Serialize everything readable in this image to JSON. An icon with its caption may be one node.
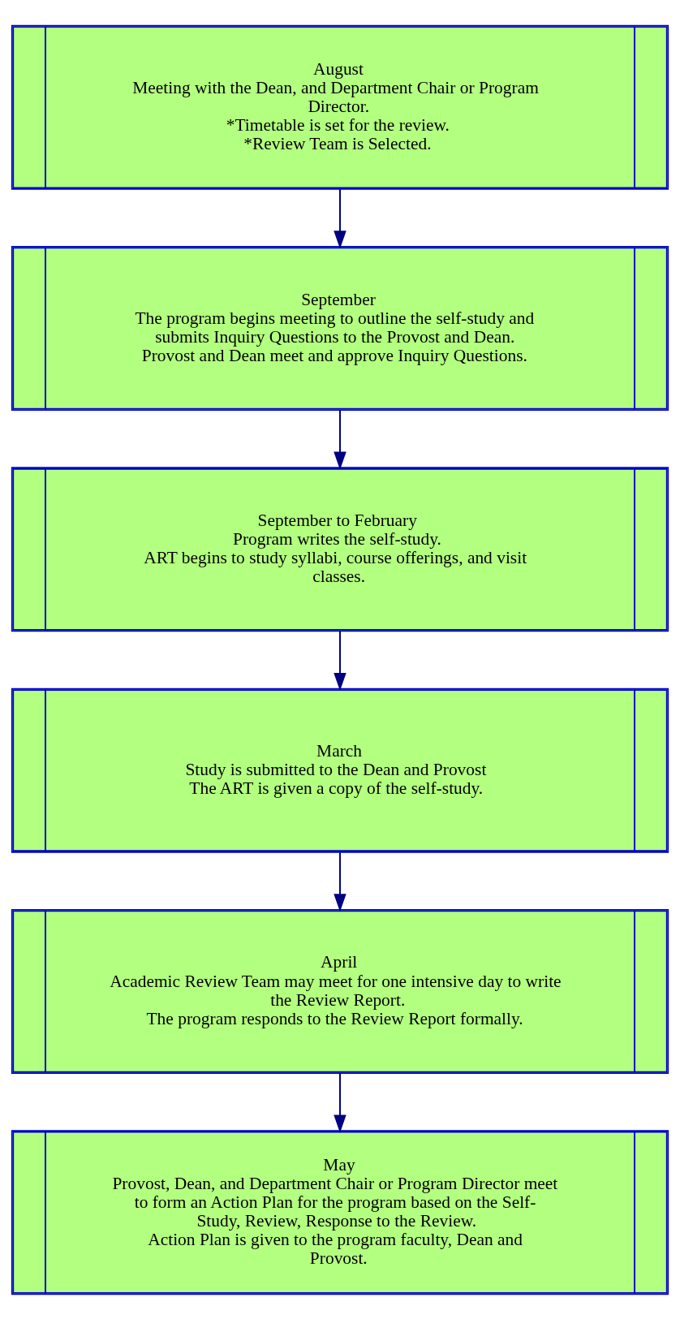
{
  "diagram": {
    "nodes": [
      {
        "text": [
          "August",
          "Meeting with the Dean, and Department Chair or Program Director.",
          "*Timetable is set for the review.",
          "*Review Team is Selected."
        ]
      },
      {
        "text": [
          "September",
          "The program begins meeting to outline the self-study and submits Inquiry Questions to the Provost and Dean.",
          "Provost and Dean meet and approve Inquiry Questions."
        ]
      },
      {
        "text": [
          "September to February",
          "Program writes the self-study.",
          "ART begins to study syllabi, course offerings, and visit classes."
        ]
      },
      {
        "text": [
          "March",
          "Study is submitted to the Dean and Provost",
          "The ART is given a copy of the self-study."
        ]
      },
      {
        "text": [
          "April",
          "Academic Review Team may meet for one intensive day to write the Review Report.",
          "The program responds to the Review Report formally."
        ]
      },
      {
        "text": [
          "May",
          "Provost, Dean, and Department Chair or Program Director meet to form an Action Plan for the program based on the Self-Study, Review, Response to the Review.",
          "Action Plan is given to the program faculty, Dean and Provost."
        ]
      }
    ],
    "edges": [
      {
        "from": 0,
        "to": 1,
        "arrow": "to"
      },
      {
        "from": 1,
        "to": 2,
        "arrow": "to"
      },
      {
        "from": 2,
        "to": 3,
        "arrow": "to"
      },
      {
        "from": 3,
        "to": 4,
        "arrow": "to"
      },
      {
        "from": 4,
        "to": 5,
        "arrow": "to"
      }
    ]
  }
}
